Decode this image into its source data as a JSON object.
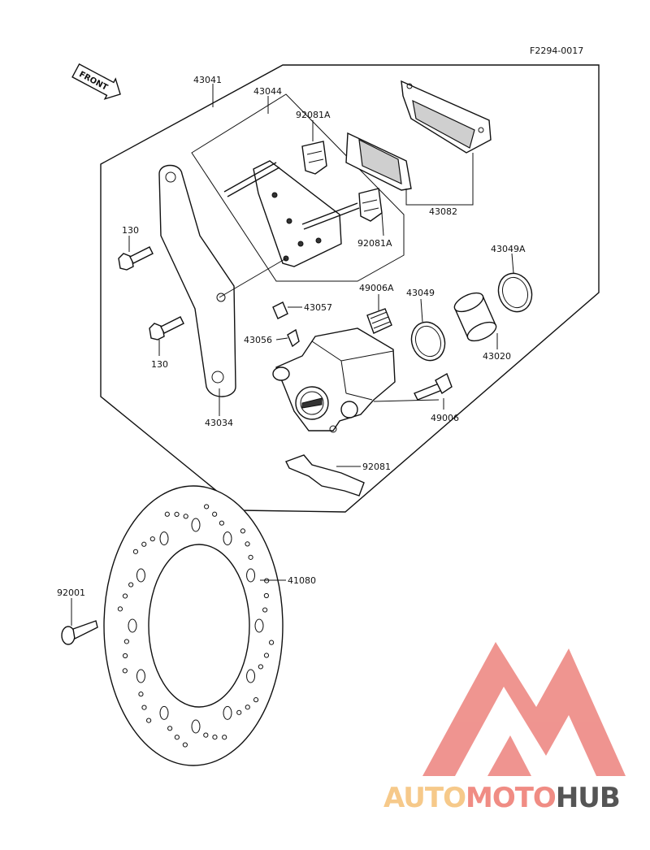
{
  "figure_code": "F2294-0017",
  "front_label": "FRONT",
  "watermark": {
    "part1": "AUTO",
    "part2": "MOTO",
    "part3": "HUB",
    "color1": "#f6c98a",
    "color2": "#f08c84",
    "color3": "#555555",
    "accent": "#ee8c87"
  },
  "parts": {
    "p43041": "43041",
    "p43044": "43044",
    "p92081A_top": "92081A",
    "p92081A_mid": "92081A",
    "p43082": "43082",
    "p43049A": "43049A",
    "p130_top": "130",
    "p130_bottom": "130",
    "p49006A": "49006A",
    "p43049": "43049",
    "p43057": "43057",
    "p43056": "43056",
    "p43020": "43020",
    "p49006": "49006",
    "p43034": "43034",
    "p92081": "92081",
    "p92001": "92001",
    "p41080": "41080"
  }
}
